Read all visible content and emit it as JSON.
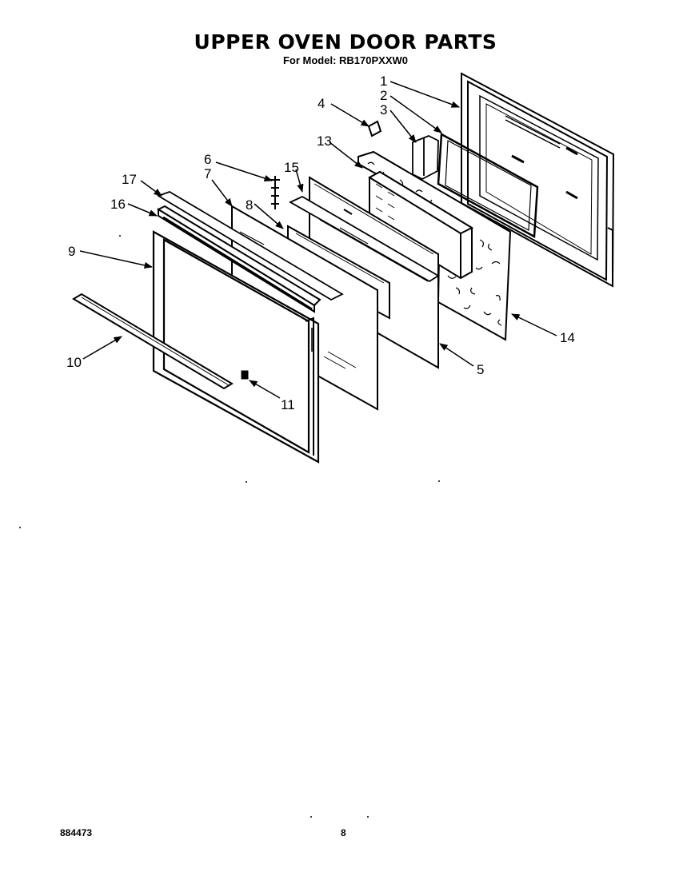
{
  "header": {
    "title": "UPPER OVEN DOOR PARTS",
    "subtitle": "For Model: RB170PXXW0"
  },
  "callouts": [
    "1",
    "2",
    "3",
    "4",
    "5",
    "6",
    "7",
    "8",
    "9",
    "10",
    "11",
    "13",
    "14",
    "15",
    "16",
    "17"
  ],
  "footer": {
    "doc_number": "884473",
    "page_number": "8"
  }
}
